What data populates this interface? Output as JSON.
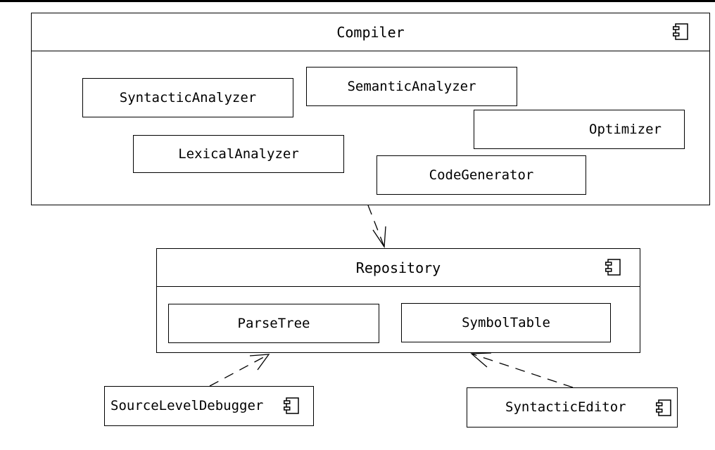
{
  "compiler": {
    "title": "Compiler",
    "icon": "component-icon",
    "parts": [
      "SyntacticAnalyzer",
      "SemanticAnalyzer",
      "Optimizer",
      "LexicalAnalyzer",
      "CodeGenerator"
    ]
  },
  "repository": {
    "title": "Repository",
    "icon": "component-icon",
    "parts": [
      "ParseTree",
      "SymbolTable"
    ]
  },
  "source_level_debugger": {
    "title": "SourceLevelDebugger",
    "icon": "component-icon"
  },
  "syntactic_editor": {
    "title": "SyntacticEditor",
    "icon": "component-icon"
  }
}
